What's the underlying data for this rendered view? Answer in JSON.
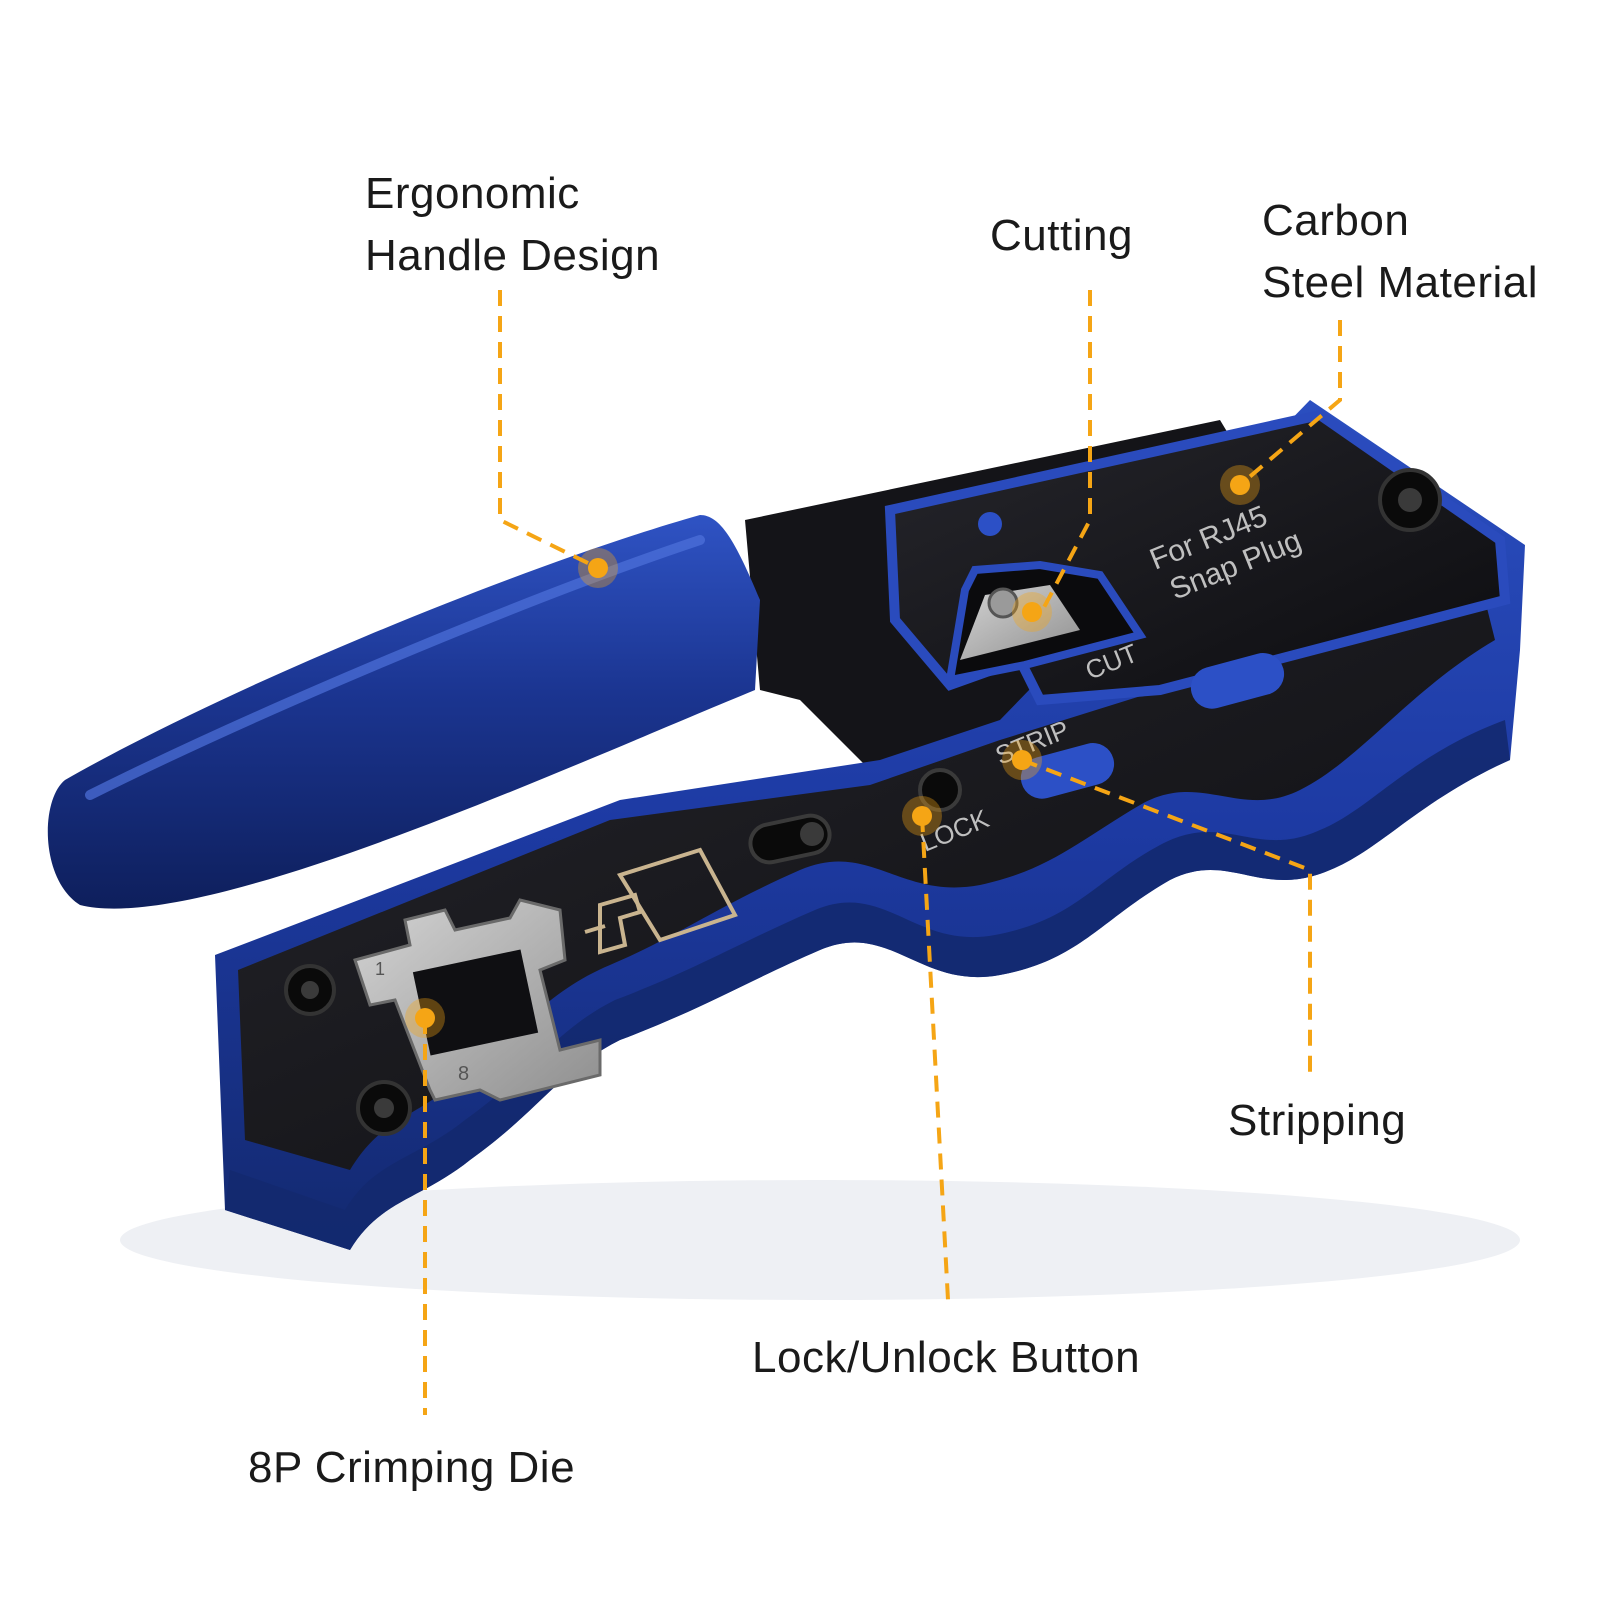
{
  "callouts": {
    "ergonomic_handle": {
      "line1": "Ergonomic",
      "line2": "Handle Design"
    },
    "cutting": {
      "label": "Cutting"
    },
    "carbon_steel": {
      "line1": "Carbon",
      "line2": "Steel Material"
    },
    "stripping": {
      "label": "Stripping"
    },
    "lock_button": {
      "label": "Lock/Unlock Button"
    },
    "crimping_die": {
      "label": "8P Crimping Die"
    }
  },
  "tool_markings": {
    "model_line1": "For RJ45",
    "model_line2": "Snap Plug",
    "cut": "CUT",
    "strip": "STRIP",
    "lock": "LOCK",
    "die_mark_top": "1",
    "die_mark_bottom": "8"
  },
  "colors": {
    "handle_blue": "#1f3e9c",
    "body_black": "#151518",
    "callout_orange": "#f5a515",
    "blade_steel": "#b8b8b8"
  }
}
